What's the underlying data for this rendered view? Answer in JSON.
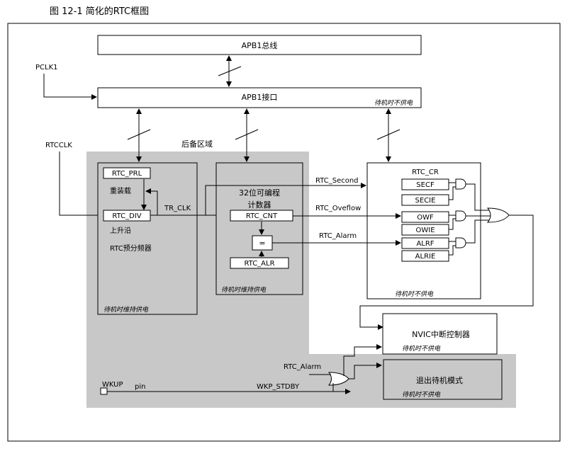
{
  "title": "图 12-1 简化的RTC框图",
  "labels": {
    "apb1_bus": "APB1总线",
    "apb1_interface": "APB1接口",
    "pclk1": "PCLK1",
    "rtcclk": "RTCCLK",
    "backup_domain": "后备区域",
    "rtc_prl": "RTC_PRL",
    "reload": "重装载",
    "tr_clk": "TR_CLK",
    "rtc_div": "RTC_DIV",
    "rising_edge": "上升沿",
    "prescaler": "RTC预分频器",
    "counter_title_1": "32位可编程",
    "counter_title_2": "计数器",
    "rtc_cnt": "RTC_CNT",
    "compare": "=",
    "rtc_alr": "RTC_ALR",
    "rtc_cr": "RTC_CR",
    "secf": "SECF",
    "secie": "SECIE",
    "owf": "OWF",
    "owie": "OWIE",
    "alrf": "ALRF",
    "alrie": "ALRIE",
    "sig_second": "RTC_Second",
    "sig_overflow": "RTC_Oveflow",
    "sig_alarm": "RTC_Alarm",
    "sig_alarm2": "RTC_Alarm",
    "nvic": "NVIC中断控制器",
    "exit_standby": "退出待机模式",
    "wkup": "WKUP",
    "pin": "pin",
    "wkp_stdby": "WKP_STDBY",
    "standby_powered": "待机时维持供电",
    "standby_unpowered": "待机时不供电"
  },
  "colors": {
    "backup_fill": "#c8c8c8",
    "line": "#000000"
  }
}
